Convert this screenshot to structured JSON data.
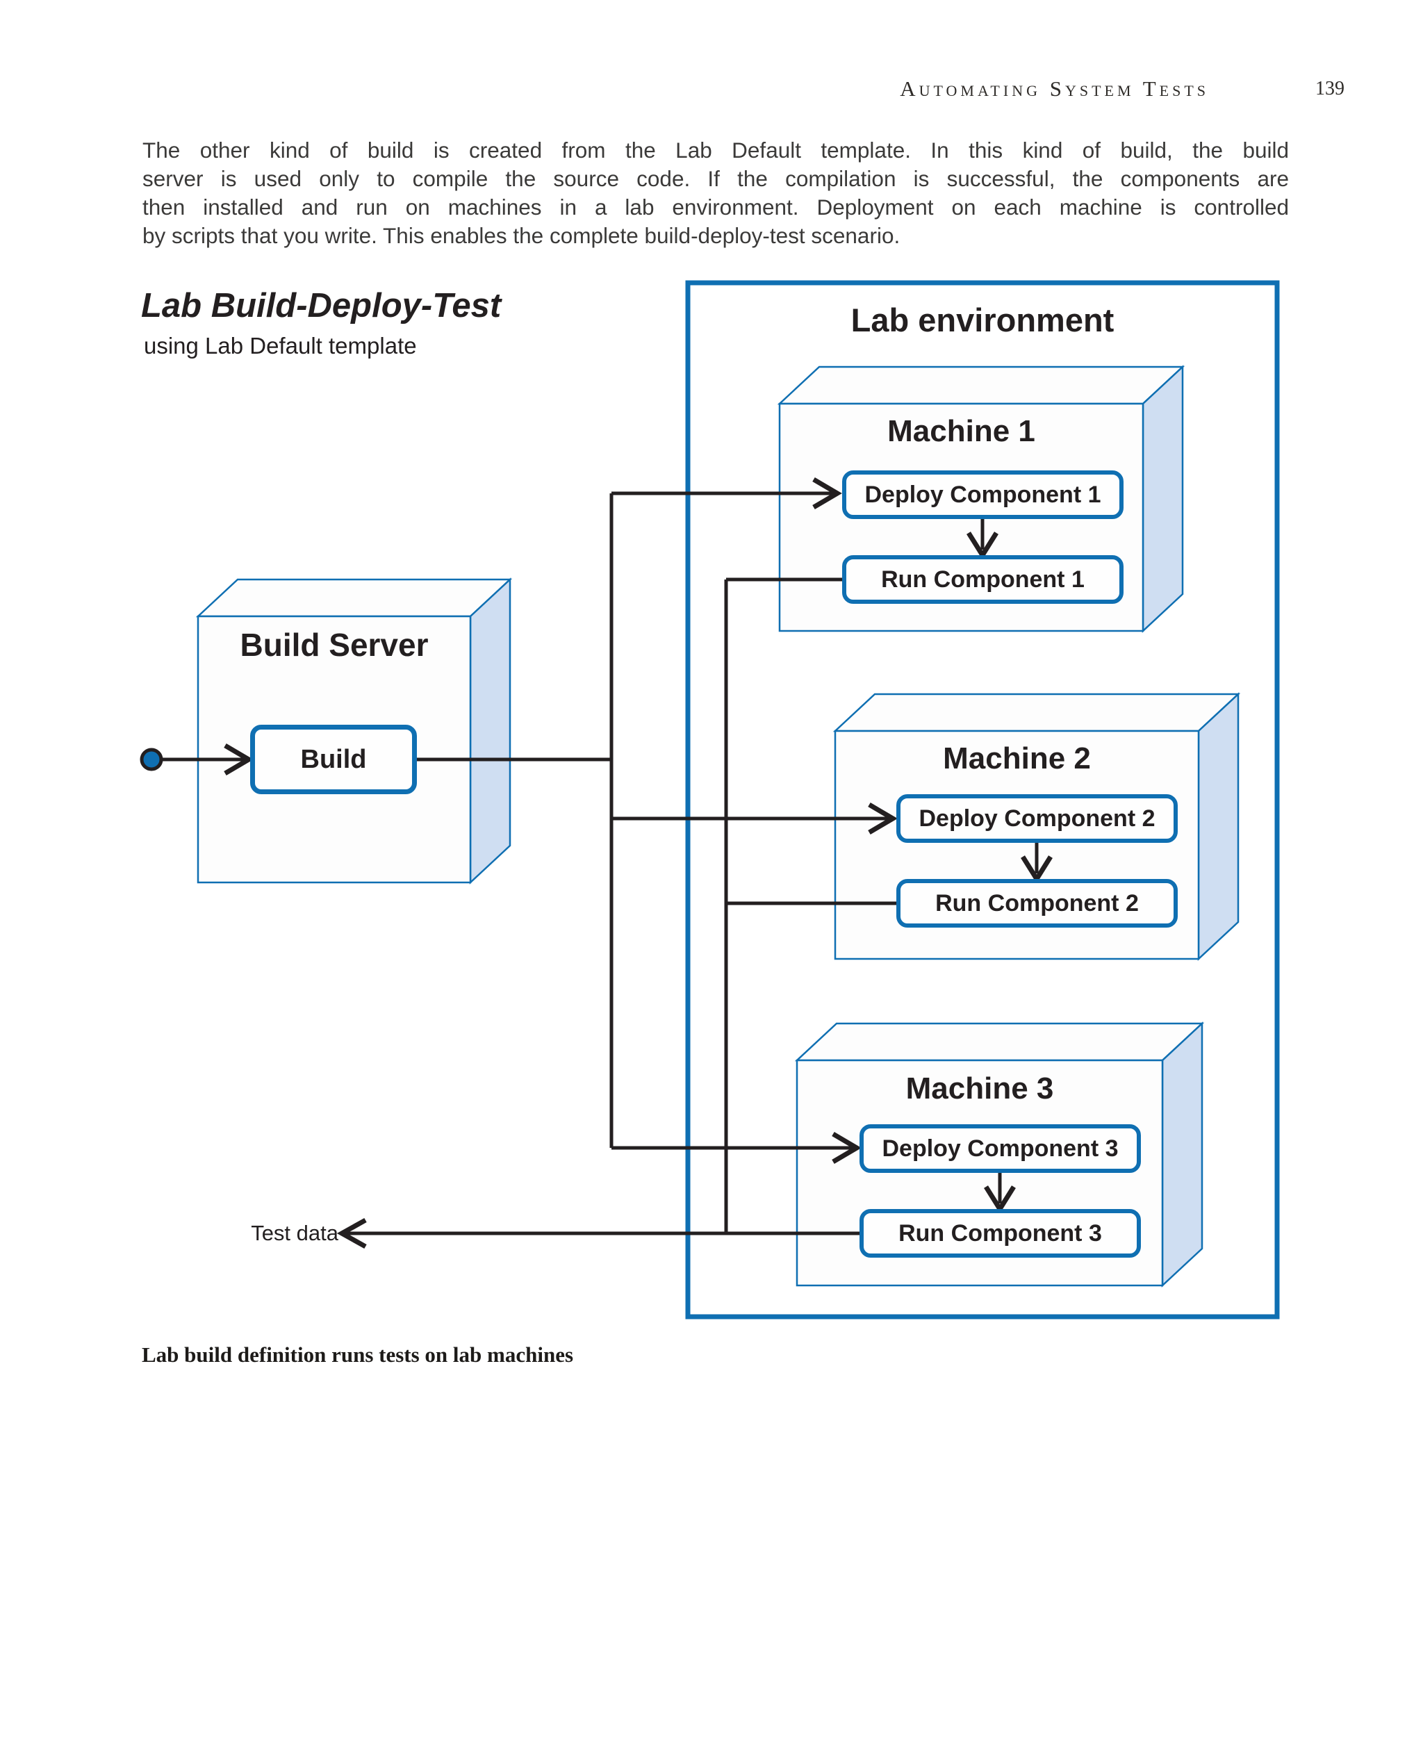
{
  "header": {
    "title": "Automating System Tests",
    "page_number": "139"
  },
  "paragraph": {
    "lines": [
      "The other kind of build is created from the Lab Default template. In this kind of build, the build",
      "server is used only to compile the source code. If the compilation is successful, the components are",
      "then installed and run on machines in a lab environment. Deployment on each machine is controlled",
      "by scripts that you write. This enables the complete build-deploy-test scenario."
    ]
  },
  "diagram": {
    "title": "Lab Build-Deploy-Test",
    "subtitle": "using Lab Default template",
    "lab_environment": {
      "label": "Lab environment"
    },
    "build_server": {
      "label": "Build Server",
      "build_activity": "Build"
    },
    "machines": [
      {
        "label": "Machine 1",
        "deploy": "Deploy Component 1",
        "run": "Run Component 1"
      },
      {
        "label": "Machine 2",
        "deploy": "Deploy Component 2",
        "run": "Run Component 2"
      },
      {
        "label": "Machine 3",
        "deploy": "Deploy Component 3",
        "run": "Run Component 3"
      }
    ],
    "test_data_label": "Test data",
    "icons": {
      "start_node": "filled-circle",
      "arrowhead": "chevron-arrow"
    },
    "colors": {
      "accent_blue": "#0f6fb2",
      "side_face_fill": "#cfdef2",
      "line_black": "#231f20"
    }
  },
  "caption": "Lab build definition runs tests on lab machines"
}
